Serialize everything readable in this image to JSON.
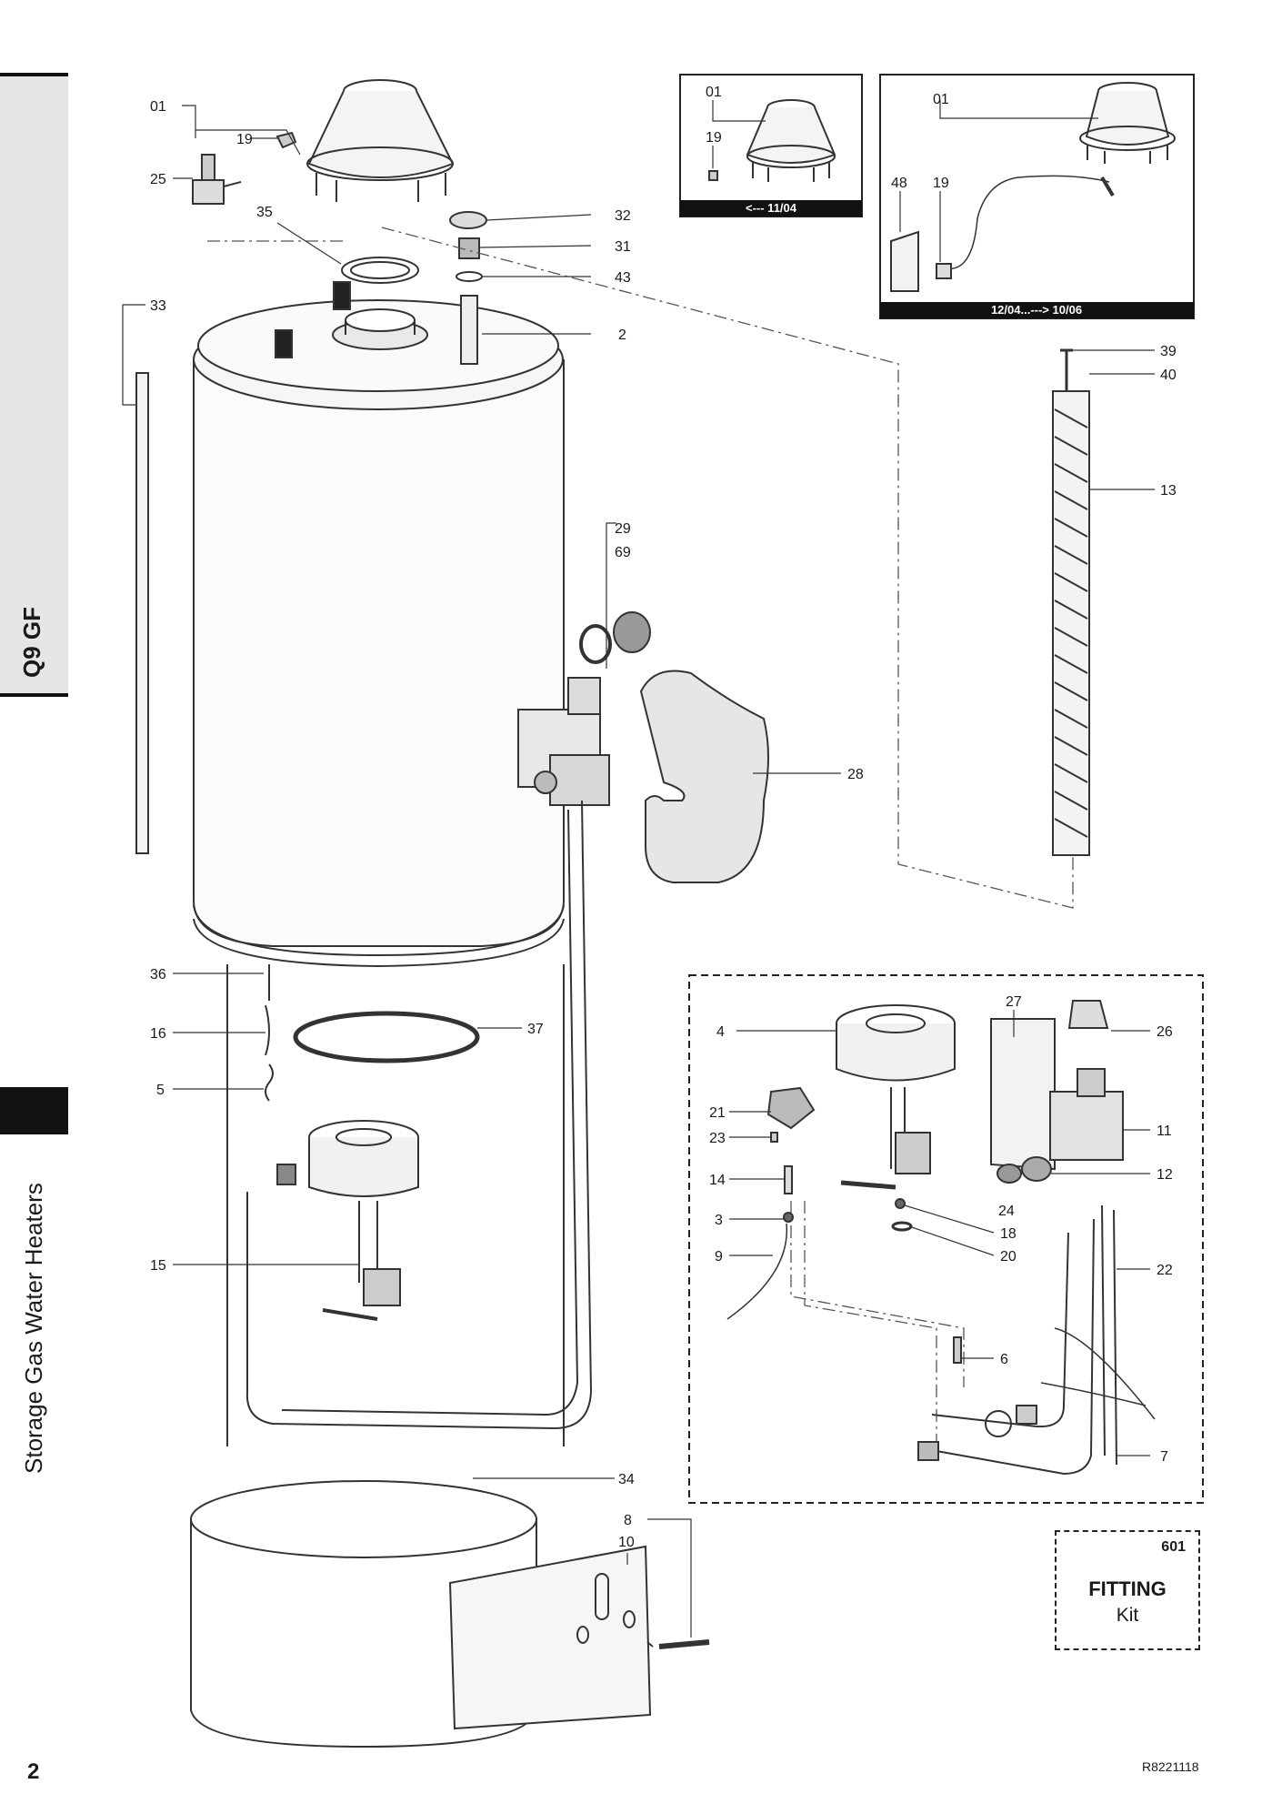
{
  "side": {
    "series": "Q9 GF",
    "category": "Storage Gas Water Heaters"
  },
  "page": {
    "number": "2",
    "doc_ref": "R8221118"
  },
  "insets": [
    {
      "date_range": "<--- 11/04"
    },
    {
      "date_range": "12/04...---> 10/06"
    }
  ],
  "kit": {
    "number": "601",
    "title": "FITTING",
    "subtitle": "Kit"
  },
  "callouts": {
    "main": [
      "01",
      "19",
      "25",
      "35",
      "32",
      "31",
      "43",
      "2",
      "33",
      "29",
      "69",
      "28",
      "36",
      "16",
      "5",
      "37",
      "15",
      "34",
      "8",
      "10"
    ],
    "inset1": [
      "01",
      "19"
    ],
    "inset2": [
      "01",
      "48",
      "19"
    ],
    "anode": [
      "39",
      "40",
      "13"
    ],
    "kit": [
      "27",
      "4",
      "26",
      "21",
      "23",
      "11",
      "14",
      "24",
      "12",
      "3",
      "18",
      "9",
      "20",
      "22",
      "6",
      "7"
    ]
  }
}
